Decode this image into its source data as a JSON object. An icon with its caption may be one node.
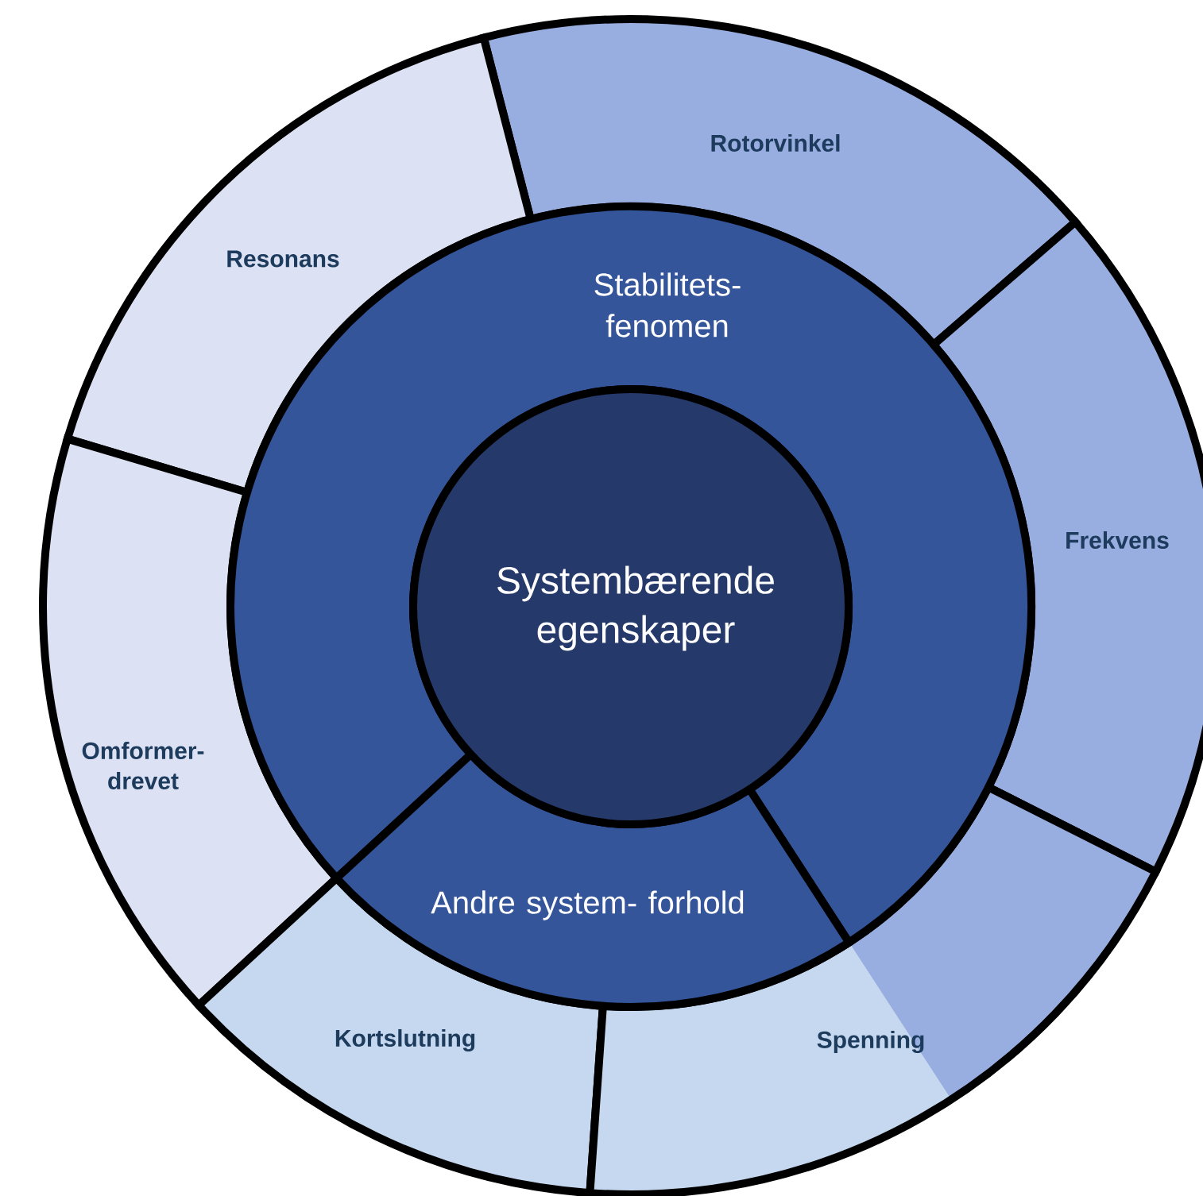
{
  "diagram": {
    "nodes": [
      {
        "text": [
          "Systembærende egenskaper"
        ]
      },
      {
        "text": [
          "Stabilitets- fenomen"
        ]
      },
      {
        "text": [
          "Andre system- forhold"
        ]
      },
      {
        "text": [
          "Rotorvinkel"
        ]
      },
      {
        "text": [
          "Resonans"
        ]
      },
      {
        "text": [
          "Frekvens"
        ]
      },
      {
        "text": [
          "Omformer- drevet"
        ]
      },
      {
        "text": [
          "Kortslutning"
        ]
      },
      {
        "text": [
          "Spenning"
        ]
      }
    ]
  }
}
